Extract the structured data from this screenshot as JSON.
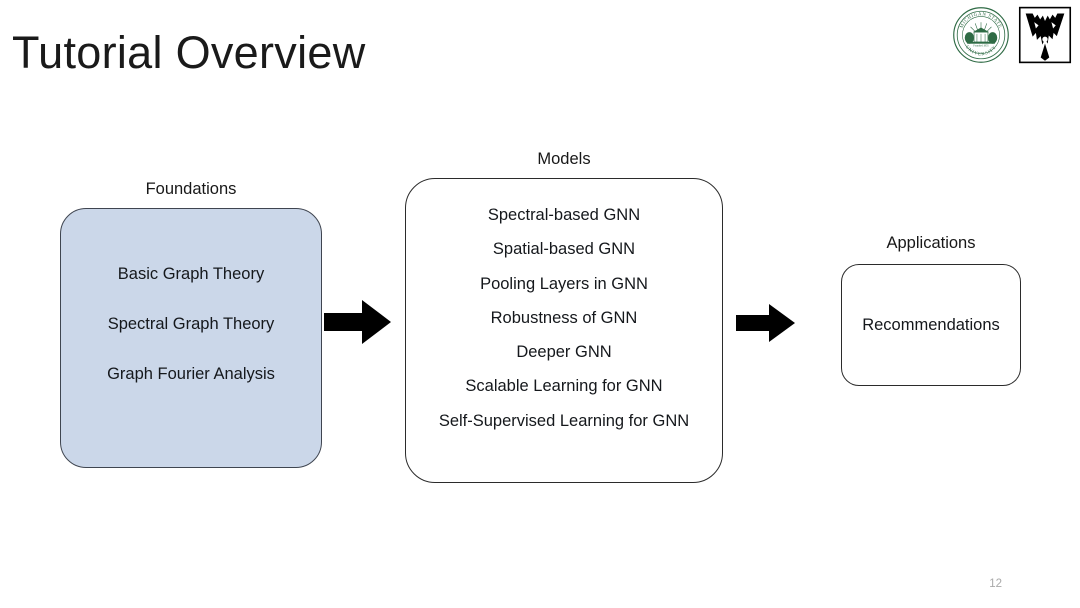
{
  "slide": {
    "title": "Tutorial Overview",
    "page_number": "12"
  },
  "logos": [
    {
      "name": "michigan-state-university-seal",
      "alt": "Michigan State University",
      "top_text": "MICHIGAN STATE",
      "bottom_text": "UNIVERSITY",
      "founded": "Founded 1855",
      "color": "#2f6b45"
    },
    {
      "name": "vanderbilt-university-logo",
      "alt": "Vanderbilt University",
      "letter": "V",
      "color": "#000000"
    }
  ],
  "diagram": {
    "type": "flow",
    "groups": [
      {
        "key": "foundations",
        "label": "Foundations",
        "fill": "#cbd7e9",
        "stroke": "#3f4550",
        "items": [
          "Basic Graph Theory",
          "Spectral Graph Theory",
          "Graph Fourier Analysis"
        ]
      },
      {
        "key": "models",
        "label": "Models",
        "fill": "#ffffff",
        "stroke": "#2b2b2b",
        "items": [
          "Spectral-based GNN",
          "Spatial-based GNN",
          "Pooling Layers in GNN",
          "Robustness of  GNN",
          "Deeper GNN",
          "Scalable Learning for GNN",
          "Self-Supervised Learning for GNN"
        ]
      },
      {
        "key": "applications",
        "label": "Applications",
        "fill": "#ffffff",
        "stroke": "#2b2b2b",
        "items": [
          "Recommendations"
        ]
      }
    ],
    "arrows": [
      {
        "name": "arrow-foundations-to-models",
        "direction": "right",
        "color": "#000000"
      },
      {
        "name": "arrow-models-to-applications",
        "direction": "right",
        "color": "#000000"
      }
    ]
  }
}
